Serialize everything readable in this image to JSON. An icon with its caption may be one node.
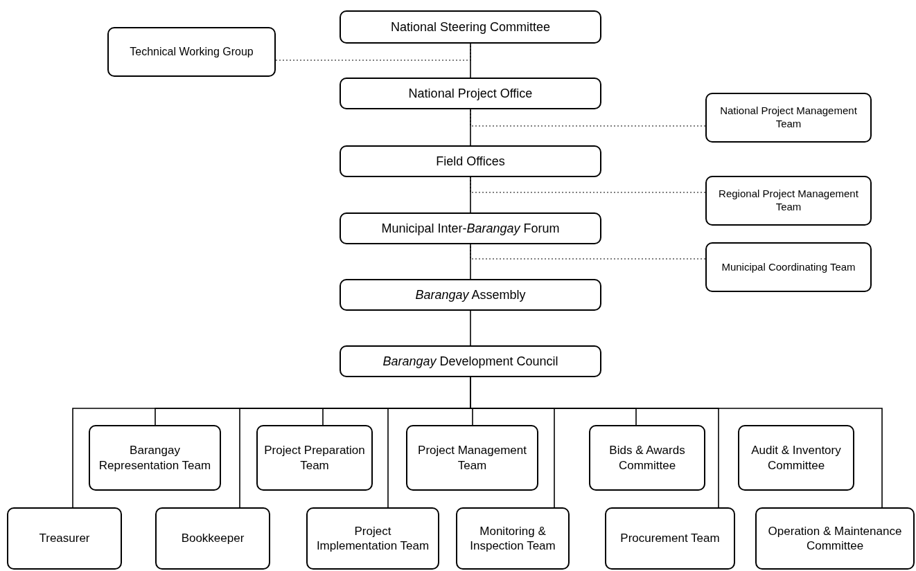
{
  "diagram": {
    "nodes": [
      {
        "text": [
          "National Steering Committee"
        ]
      },
      {
        "text": [
          "Technical Working Group"
        ]
      },
      {
        "text": [
          "National Project Office"
        ]
      },
      {
        "text": [
          "National Project Management Team"
        ]
      },
      {
        "text": [
          "Field Offices"
        ]
      },
      {
        "text": [
          "Regional Project Management Team"
        ]
      },
      {
        "text": [
          "Municipal Inter-*Barangay* Forum"
        ]
      },
      {
        "text": [
          "Municipal Coordinating Team"
        ]
      },
      {
        "text": [
          "*Barangay* Assembly"
        ]
      },
      {
        "text": [
          "*Barangay* Development Council"
        ]
      },
      {
        "text": [
          "Barangay Representation Team"
        ]
      },
      {
        "text": [
          "Project Preparation Team"
        ]
      },
      {
        "text": [
          "Project Management Team"
        ]
      },
      {
        "text": [
          "Bids & Awards Committee"
        ]
      },
      {
        "text": [
          "Audit & Inventory Committee"
        ]
      },
      {
        "text": [
          "Treasurer"
        ]
      },
      {
        "text": [
          "Bookkeeper"
        ]
      },
      {
        "text": [
          "Project Implementation Team"
        ]
      },
      {
        "text": [
          "Monitoring & Inspection Team"
        ]
      },
      {
        "text": [
          "Procurement Team"
        ]
      },
      {
        "text": [
          "Operation & Maintenance Committee"
        ]
      }
    ],
    "edges": [
      {
        "from": 0,
        "to": 2,
        "arrow": "none"
      },
      {
        "from": 2,
        "to": 4,
        "arrow": "none"
      },
      {
        "from": 4,
        "to": 6,
        "arrow": "none"
      },
      {
        "from": 6,
        "to": 8,
        "arrow": "none"
      },
      {
        "from": 8,
        "to": 9,
        "arrow": "none"
      },
      {
        "from": 1,
        "to": 0,
        "arrow": "none",
        "style": "dashed"
      },
      {
        "from": 3,
        "to": 2,
        "arrow": "none",
        "style": "dashed"
      },
      {
        "from": 5,
        "to": 4,
        "arrow": "none",
        "style": "dashed"
      },
      {
        "from": 7,
        "to": 6,
        "arrow": "none",
        "style": "dashed"
      },
      {
        "from": 9,
        "to": 10,
        "arrow": "none"
      },
      {
        "from": 9,
        "to": 11,
        "arrow": "none"
      },
      {
        "from": 9,
        "to": 12,
        "arrow": "none"
      },
      {
        "from": 9,
        "to": 13,
        "arrow": "none"
      },
      {
        "from": 9,
        "to": 15,
        "arrow": "none"
      },
      {
        "from": 9,
        "to": 16,
        "arrow": "none"
      },
      {
        "from": 9,
        "to": 17,
        "arrow": "none"
      },
      {
        "from": 9,
        "to": 18,
        "arrow": "none"
      },
      {
        "from": 9,
        "to": 19,
        "arrow": "none"
      },
      {
        "from": 9,
        "to": 20,
        "arrow": "none"
      }
    ]
  }
}
